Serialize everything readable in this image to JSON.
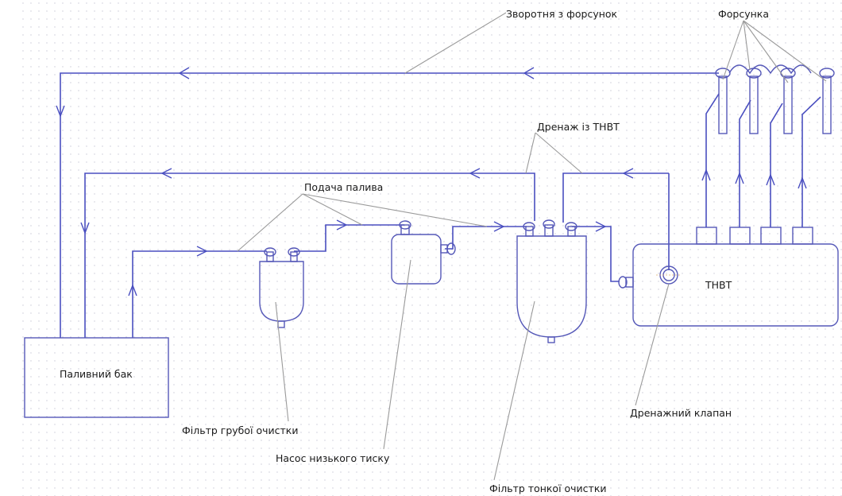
{
  "diagram": {
    "title": "Fuel supply system schematic",
    "colors": {
      "pipe": "#4a4fc0",
      "component": "#5558b8",
      "leader": "#9a9a9a",
      "text": "#1a1a1a",
      "grid_dot": "#c9c9d6",
      "valve_accent": "#e0b070"
    },
    "labels": {
      "return_from_injectors": "Зворотня з форсунок",
      "injector": "Форсунка",
      "drain_from_hpfp": "Дренаж із ТНВТ",
      "fuel_supply": "Подача палива",
      "hpfp": "ТНВТ",
      "fuel_tank": "Паливний бак",
      "coarse_filter": "Фільтр грубої очистки",
      "low_pressure_pump": "Насос низького тиску",
      "fine_filter": "Фільтр тонкої очистки",
      "drain_valve": "Дренажний клапан"
    },
    "components": [
      {
        "id": "fuel_tank",
        "type": "tank"
      },
      {
        "id": "coarse_filter",
        "type": "filter"
      },
      {
        "id": "low_pressure_pump",
        "type": "pump"
      },
      {
        "id": "fine_filter",
        "type": "filter"
      },
      {
        "id": "hpfp",
        "type": "high-pressure-pump"
      },
      {
        "id": "drain_valve",
        "type": "valve"
      },
      {
        "id": "injectors",
        "type": "injector",
        "count": 4
      }
    ],
    "flows": [
      {
        "name": "supply",
        "from": "fuel_tank",
        "to": "coarse_filter"
      },
      {
        "name": "supply",
        "from": "coarse_filter",
        "to": "low_pressure_pump"
      },
      {
        "name": "supply",
        "from": "low_pressure_pump",
        "to": "fine_filter"
      },
      {
        "name": "supply",
        "from": "fine_filter",
        "to": "hpfp"
      },
      {
        "name": "high-pressure",
        "from": "hpfp",
        "to": "injectors"
      },
      {
        "name": "return",
        "from": "injectors",
        "to": "fuel_tank"
      },
      {
        "name": "drain",
        "from": "hpfp",
        "to": "fuel_tank"
      },
      {
        "name": "drain",
        "from": "fine_filter",
        "to": "fuel_tank"
      }
    ]
  }
}
